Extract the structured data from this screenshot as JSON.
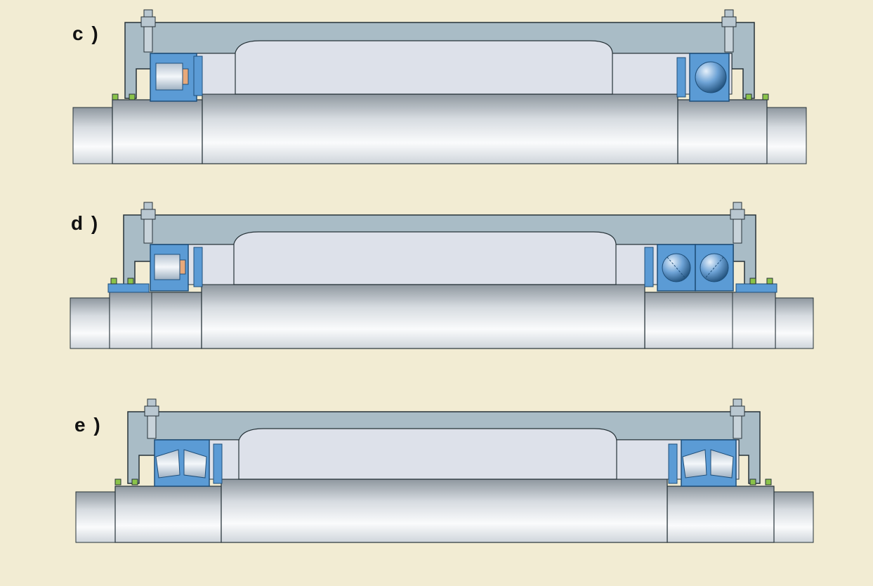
{
  "panels": [
    {
      "label": "c )",
      "left_bearing": "cylindrical-roller-bearing",
      "right_bearing": "deep-groove-ball-bearing"
    },
    {
      "label": "d )",
      "left_bearing": "cylindrical-roller-bearing",
      "right_bearing": "paired-angular-contact-ball-bearings"
    },
    {
      "label": "e )",
      "left_bearing": "spherical-roller-bearing",
      "right_bearing": "spherical-roller-bearing"
    }
  ],
  "colors": {
    "background": "#f2ecd3",
    "housing": "#a9bcc6",
    "housing_inner": "#dde1ea",
    "bearing_ring": "#5b9bd5",
    "bearing_outline": "#1f4f7a",
    "roller": "#c7d3e0",
    "ball": "#3f7fbf",
    "seal": "#8bc34a",
    "cage": "#e8a97a",
    "shaft_light": "#f3f4f6",
    "shaft_dark": "#9aa4ae",
    "outline": "#263238"
  }
}
